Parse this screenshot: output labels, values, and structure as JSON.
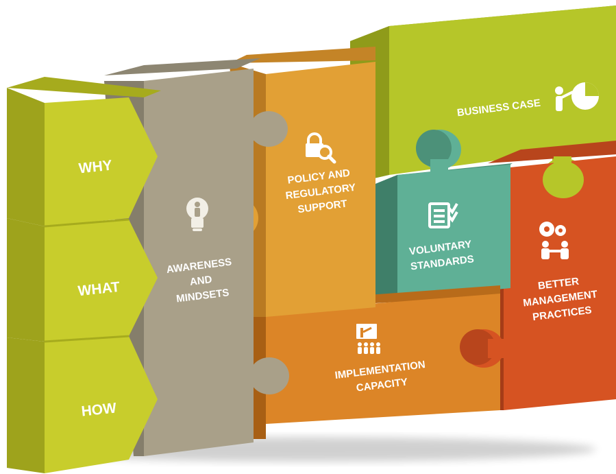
{
  "rows": [
    {
      "id": "why",
      "label": "WHY"
    },
    {
      "id": "what",
      "label": "WHAT"
    },
    {
      "id": "how",
      "label": "HOW"
    }
  ],
  "blocks": {
    "awareness": {
      "lines": [
        "AWARENESS",
        "AND",
        "MINDSETS"
      ],
      "icon": "lightbulb-person-icon"
    },
    "policy": {
      "lines": [
        "POLICY AND",
        "REGULATORY",
        "SUPPORT"
      ],
      "icon": "padlock-magnifier-icon"
    },
    "business": {
      "lines": [
        "BUSINESS CASE"
      ],
      "icon": "presenter-pie-chart-icon"
    },
    "voluntary": {
      "lines": [
        "VOLUNTARY",
        "STANDARDS"
      ],
      "icon": "checklist-icon"
    },
    "better": {
      "lines": [
        "BETTER",
        "MANAGEMENT",
        "PRACTICES"
      ],
      "icon": "gears-team-icon"
    },
    "implementation": {
      "lines": [
        "IMPLEMENTATION",
        "CAPACITY"
      ],
      "icon": "training-class-icon"
    }
  },
  "colors": {
    "lime": "#c8cd2c",
    "taupe": "#a9a089",
    "orange_light": "#e2a035",
    "green": "#b6c629",
    "teal": "#5fb096",
    "red": "#d65322",
    "orange": "#dc8527"
  }
}
